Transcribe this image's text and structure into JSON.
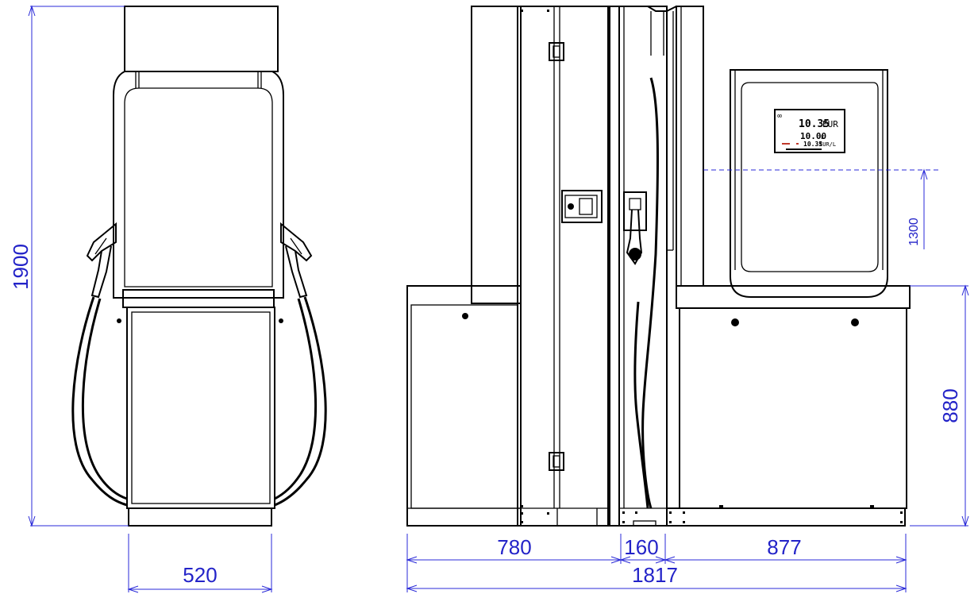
{
  "dimensions": {
    "front_height": "1900",
    "front_width": "520",
    "section_left": "780",
    "section_middle": "160",
    "section_right": "877",
    "total_width": "1817",
    "base_height": "880",
    "display_height": "1300"
  },
  "display": {
    "symbol": "∞",
    "amount": "10.35",
    "amount_unit": "EUR",
    "volume": "10.00",
    "volume_unit": "L",
    "price": "10.35",
    "price_unit": "EUR/L"
  },
  "colors": {
    "dimension": "#2a2ad8",
    "line": "#000000",
    "accent": "#c0392b"
  }
}
